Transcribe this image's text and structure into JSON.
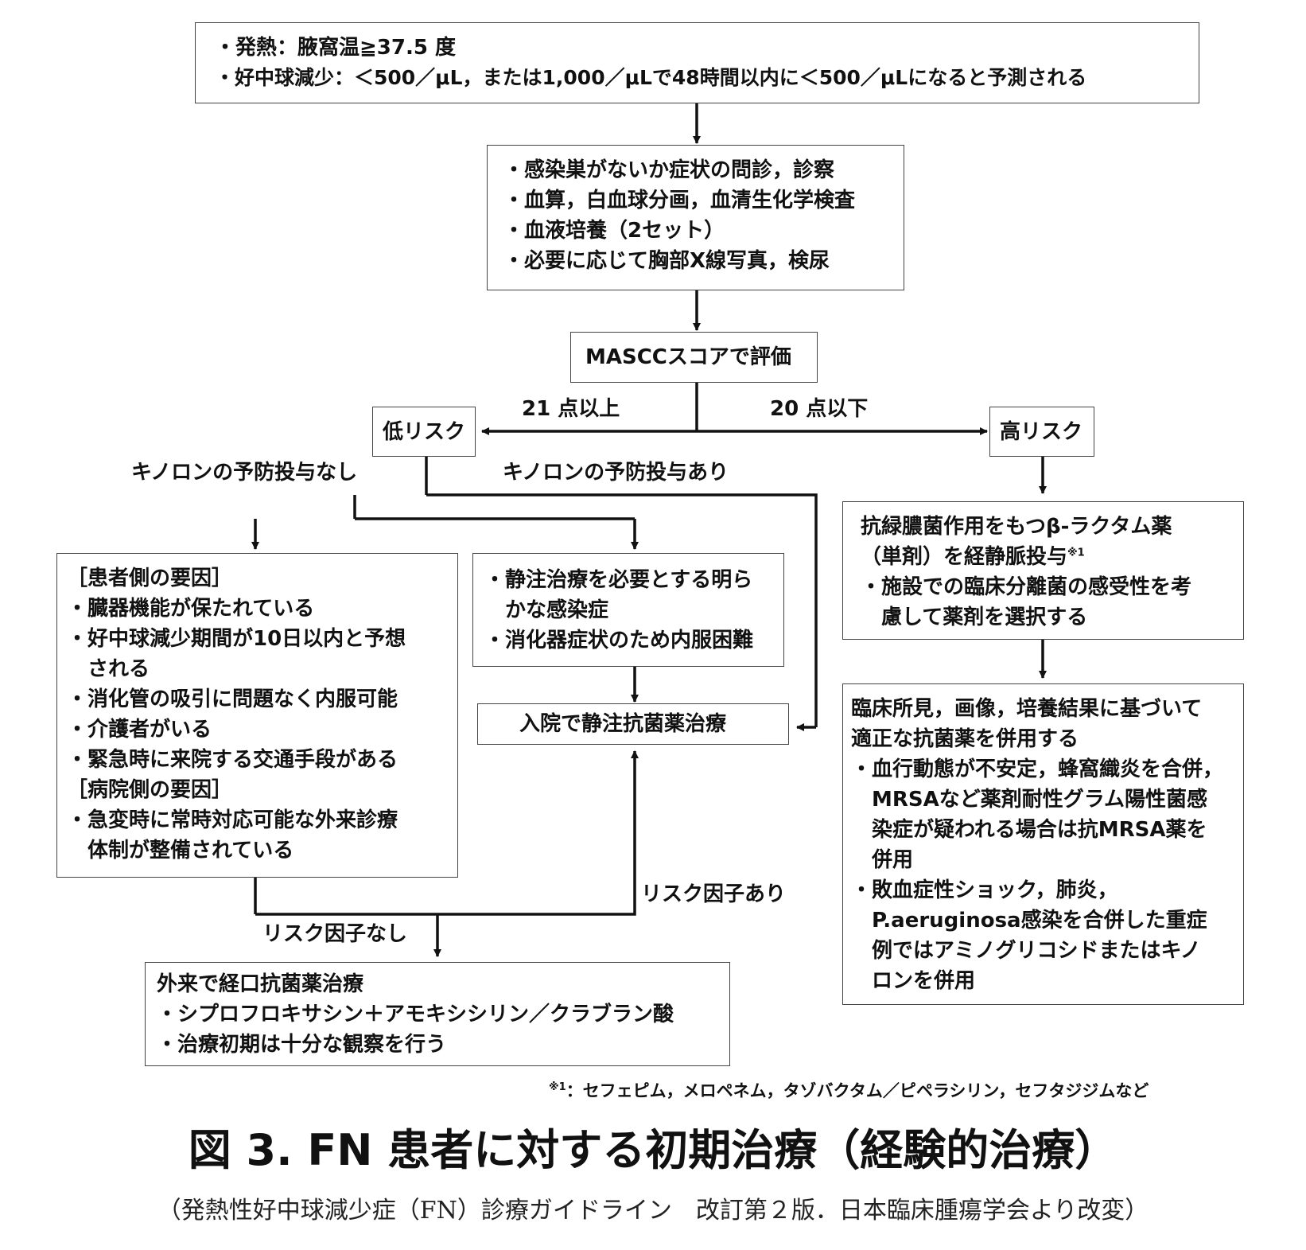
{
  "nodes": {
    "criteria": {
      "lines": [
        "・発熱：腋窩温≧37.5 度",
        "・好中球減少：＜500／μL，または1,000／μLで48時間以内に＜500／μLになると予測される"
      ]
    },
    "workup": {
      "lines": [
        "・感染巣がないか症状の問診，診察",
        "・血算，白血球分画，血清生化学検査",
        "・血液培養（2セット）",
        "・必要に応じて胸部X線写真，検尿"
      ]
    },
    "mascc": {
      "label": "MASCCスコアで評価"
    },
    "low_risk": {
      "label": "低リスク"
    },
    "high_risk": {
      "label": "高リスク"
    },
    "patient_factors": {
      "lines": [
        "［患者側の要因］",
        "・臓器機能が保たれている",
        "・好中球減少期間が10日以内と予想",
        "　される",
        "・消化管の吸引に問題なく内服可能",
        "・介護者がいる",
        "・緊急時に来院する交通手段がある",
        "［病院側の要因］",
        "・急変時に常時対応可能な外来診療",
        "　体制が整備されている"
      ]
    },
    "iv_indication": {
      "lines": [
        "・静注治療を必要とする明ら",
        "　かな感染症",
        "・消化器症状のため内服困難"
      ]
    },
    "inpatient": {
      "label": "入院で静注抗菌薬治療"
    },
    "outpatient": {
      "lines": [
        "外来で経口抗菌薬治療",
        "・シプロフロキサシン＋アモキシシリン／クラブラン酸",
        "・治療初期は十分な観察を行う"
      ]
    },
    "beta_lactam": {
      "line1": "抗緑膿菌作用をもつβ-ラクタム薬",
      "line2": "（単剤）を経静脈投与",
      "line2_sup": "※1",
      "line3": "・施設での臨床分離菌の感受性を考",
      "line4": "　慮して薬剤を選択する"
    },
    "adjunct": {
      "lines": [
        "臨床所見，画像，培養結果に基づいて",
        "適正な抗菌薬を併用する",
        "・血行動態が不安定，蜂窩織炎を合併，",
        "　MRSAなど薬剤耐性グラム陽性菌感",
        "　染症が疑われる場合は抗MRSA薬を",
        "　併用",
        "・敗血症性ショック，肺炎，",
        "　P.aeruginosa感染を合併した重症",
        "　例ではアミノグリコシドまたはキノ",
        "　ロンを併用"
      ]
    }
  },
  "edge_labels": {
    "score_21_plus": "21 点以上",
    "score_20_minus": "20 点以下",
    "no_quinolone": "キノロンの予防投与なし",
    "quinolone": "キノロンの予防投与あり",
    "risk_present": "リスク因子あり",
    "risk_absent": "リスク因子なし"
  },
  "footnote": {
    "mark": "※1",
    "text": "：セフェピム，メロペネム，タゾバクタム／ピペラシリン，セフタジジムなど"
  },
  "caption": {
    "title": "図 3.  FN 患者に対する初期治療（経験的治療）",
    "source": "（発熱性好中球減少症（FN）診療ガイドライン　改訂第２版．日本臨床腫瘍学会より改変）"
  }
}
